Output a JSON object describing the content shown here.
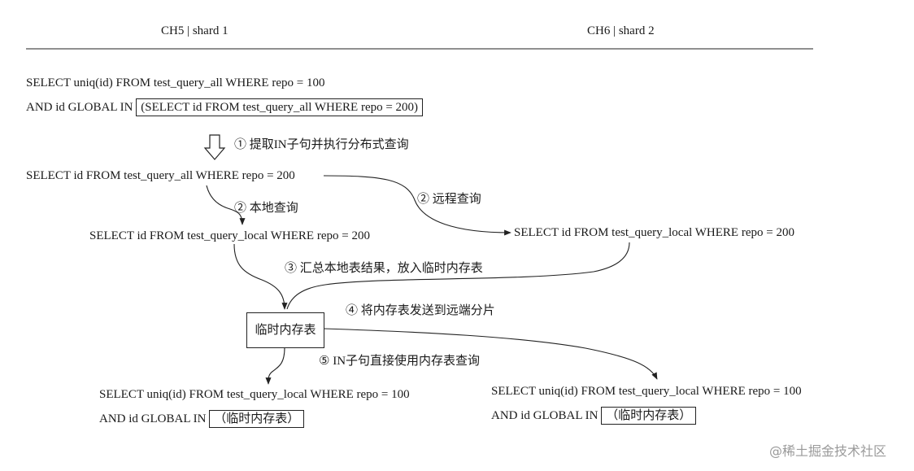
{
  "header": {
    "left": "CH5 | shard 1",
    "right": "CH6 | shard 2"
  },
  "query1": {
    "line1": "SELECT uniq(id) FROM test_query_all WHERE repo = 100",
    "line2_prefix": "AND id GLOBAL IN",
    "line2_boxed": "(SELECT id FROM test_query_all WHERE repo = 200)"
  },
  "steps": {
    "s1": "① 提取IN子句并执行分布式查询",
    "s2_local": "② 本地查询",
    "s2_remote": "② 远程查询",
    "s3": "③ 汇总本地表结果，放入临时内存表",
    "s4": "④ 将内存表发送到远端分片",
    "s5": "⑤ IN子句直接使用内存表查询"
  },
  "subquery": "SELECT id FROM test_query_all WHERE repo = 200",
  "local_query_ch5": "SELECT id FROM test_query_local WHERE repo = 200",
  "local_query_ch6": "SELECT id FROM test_query_local WHERE repo = 200",
  "temp_table": "临时内存表",
  "final_ch5": {
    "line1": "SELECT uniq(id) FROM test_query_local WHERE repo = 100",
    "line2_prefix": "AND id GLOBAL IN",
    "line2_boxed": "（临时内存表）"
  },
  "final_ch6": {
    "line1": "SELECT uniq(id) FROM test_query_local WHERE repo = 100",
    "line2_prefix": "AND id GLOBAL IN",
    "line2_boxed": "（临时内存表）"
  },
  "watermark": "@稀土掘金技术社区"
}
